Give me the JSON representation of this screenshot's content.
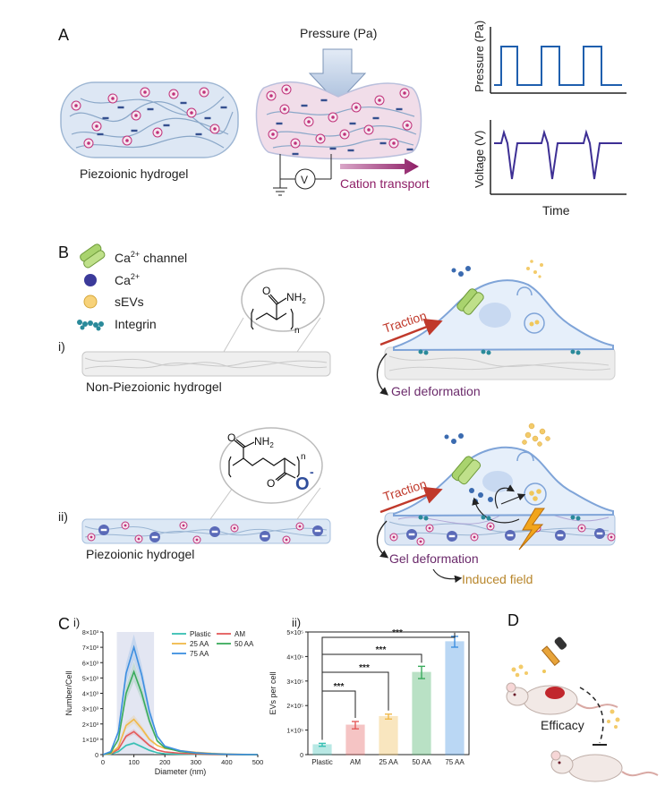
{
  "panelA": {
    "letter": "A",
    "pressure_label": "Pressure (Pa)",
    "gel_caption": "Piezoionic hydrogel",
    "voltmeter": "V",
    "cation_label": "Cation transport",
    "plot_pressure_ylabel": "Pressure (Pa)",
    "plot_voltage_ylabel": "Voltage (V)",
    "plot_xlabel": "Time"
  },
  "panelB": {
    "letter": "B",
    "legend": {
      "channel": "Ca",
      "channel_sup": "2+",
      "channel_rest": " channel",
      "ca": "Ca",
      "ca_sup": "2+",
      "sevs": "sEVs",
      "integrin": "Integrin"
    },
    "row1": {
      "roman": "i)",
      "caption": "Non-Piezoionic hydrogel",
      "traction": "Traction",
      "deformation": "Gel deformation",
      "chem_amide_o": "O",
      "chem_amide_nh": "NH",
      "chem_amide_sub": "2",
      "chem_n": "n"
    },
    "row2": {
      "roman": "ii)",
      "caption": "Piezoionic hydrogel",
      "traction": "Traction",
      "deformation": "Gel deformation",
      "induced": "Induced field",
      "chem_amide_o": "O",
      "chem_amide_nh": "NH",
      "chem_amide_sub": "2",
      "chem_n": "n",
      "chem_o2": "O",
      "chem_ominus": "O"
    }
  },
  "panelC": {
    "letter": "C",
    "sub_i": "i)",
    "sub_ii": "ii)",
    "plot1": {
      "ylabel": "Number/Cell",
      "xlabel": "Diameter (nm)",
      "yticks": [
        "0",
        "1×10³",
        "2×10³",
        "3×10³",
        "4×10³",
        "5×10³",
        "6×10³",
        "7×10³",
        "8×10³"
      ],
      "xticks": [
        "0",
        "100",
        "200",
        "300",
        "400",
        "500"
      ],
      "legend": [
        "Plastic",
        "AM",
        "25 AA",
        "50 AA",
        "75 AA"
      ]
    },
    "plot2": {
      "ylabel": "EVs per cell",
      "yticks": [
        "0",
        "1×10⁵",
        "2×10⁵",
        "3×10⁵",
        "4×10⁵",
        "5×10⁵"
      ],
      "categories": [
        "Plastic",
        "AM",
        "25 AA",
        "50 AA",
        "75 AA"
      ],
      "sig": [
        "***",
        "***",
        "***",
        "***"
      ]
    }
  },
  "panelD": {
    "letter": "D",
    "label": "Efficacy"
  },
  "colors": {
    "gel_fill": "#dde7f4",
    "gel_stroke": "#9db6d3",
    "cation_pink": "#c0317a",
    "traction_red": "#c0392b",
    "deformation_purple": "#6b2a6b",
    "induced_orange": "#b8862b",
    "plastic": "#37bfb3",
    "am": "#e45a5a",
    "aa25": "#f0b949",
    "aa50": "#3aab5c",
    "aa75": "#3d8fe0",
    "voltage_line": "#3d2f94",
    "pressure_line": "#1f5fae"
  },
  "chart_data": [
    {
      "type": "line",
      "title": "",
      "xlabel": "Diameter (nm)",
      "ylabel": "Number/Cell",
      "xlim": [
        0,
        500
      ],
      "ylim": [
        0,
        8000
      ],
      "legend": "top",
      "shaded_region": [
        45,
        165
      ],
      "x": [
        0,
        25,
        50,
        75,
        100,
        125,
        150,
        175,
        200,
        250,
        300,
        350,
        400,
        450,
        500
      ],
      "series": [
        {
          "name": "Plastic",
          "values": [
            0,
            30,
            200,
            600,
            750,
            520,
            280,
            120,
            60,
            30,
            15,
            8,
            4,
            2,
            0
          ]
        },
        {
          "name": "AM",
          "values": [
            0,
            60,
            350,
            1200,
            1500,
            1050,
            600,
            300,
            180,
            90,
            40,
            20,
            8,
            3,
            0
          ]
        },
        {
          "name": "25 AA",
          "values": [
            0,
            80,
            500,
            1900,
            2300,
            1700,
            1000,
            600,
            400,
            250,
            150,
            80,
            40,
            15,
            0
          ]
        },
        {
          "name": "50 AA",
          "values": [
            0,
            120,
            1000,
            4000,
            5400,
            4000,
            2200,
            900,
            450,
            200,
            100,
            50,
            20,
            8,
            0
          ]
        },
        {
          "name": "75 AA",
          "values": [
            0,
            200,
            1500,
            5300,
            7000,
            5200,
            2800,
            1200,
            550,
            250,
            120,
            60,
            25,
            10,
            0
          ]
        }
      ]
    },
    {
      "type": "bar",
      "title": "",
      "xlabel": "",
      "ylabel": "EVs per cell",
      "ylim": [
        0,
        500000
      ],
      "categories": [
        "Plastic",
        "AM",
        "25 AA",
        "50 AA",
        "75 AA"
      ],
      "values": [
        40000,
        120000,
        155000,
        335000,
        460000
      ],
      "errors": [
        6000,
        15000,
        10000,
        25000,
        22000
      ],
      "significance": [
        {
          "from": "Plastic",
          "to": "AM",
          "label": "***"
        },
        {
          "from": "Plastic",
          "to": "25 AA",
          "label": "***"
        },
        {
          "from": "Plastic",
          "to": "50 AA",
          "label": "***"
        },
        {
          "from": "Plastic",
          "to": "75 AA",
          "label": "***"
        }
      ]
    }
  ]
}
